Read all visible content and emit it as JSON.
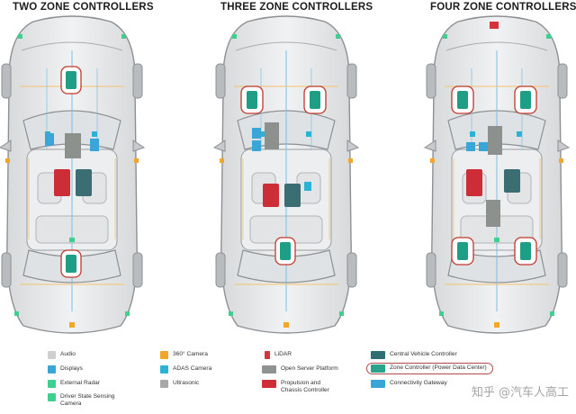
{
  "titles": [
    "TWO ZONE CONTROLLERS",
    "THREE ZONE CONTROLLERS",
    "FOUR ZONE CONTROLLERS"
  ],
  "legend": [
    {
      "label": "Audio",
      "color": "#cfcfcf"
    },
    {
      "label": "Displays",
      "color": "#3aa6d8"
    },
    {
      "label": "External Radar",
      "color": "#3fcf8e"
    },
    {
      "label": "Driver State Sensing Camera",
      "color": "#3fcf8e"
    },
    {
      "label": "360° Camera",
      "color": "#f0a72a"
    },
    {
      "label": "ADAS Camera",
      "color": "#2bb3d6"
    },
    {
      "label": "Ultrasonic",
      "color": "#a8a8a8"
    },
    {
      "label": "LiDAR",
      "color": "#d6343a"
    },
    {
      "label": "Open Server Platform",
      "color": "#8f9490"
    },
    {
      "label": "Propulsion and Chassis Controller",
      "color": "#cc2d36"
    },
    {
      "label": "Central Vehicle Controller",
      "color": "#2f6f72"
    },
    {
      "label": "Zone Controller (Power Data Center)",
      "color": "#2aa38a"
    },
    {
      "label": "Connectivity Gateway",
      "color": "#3aa6d8"
    }
  ],
  "watermark": "知乎 @汽车人高工",
  "colors": {
    "zone": "#1f9e86",
    "central": "#3a6e72",
    "propulsion": "#cc2d36",
    "server": "#8d918e",
    "highlight": "#c0392b"
  }
}
